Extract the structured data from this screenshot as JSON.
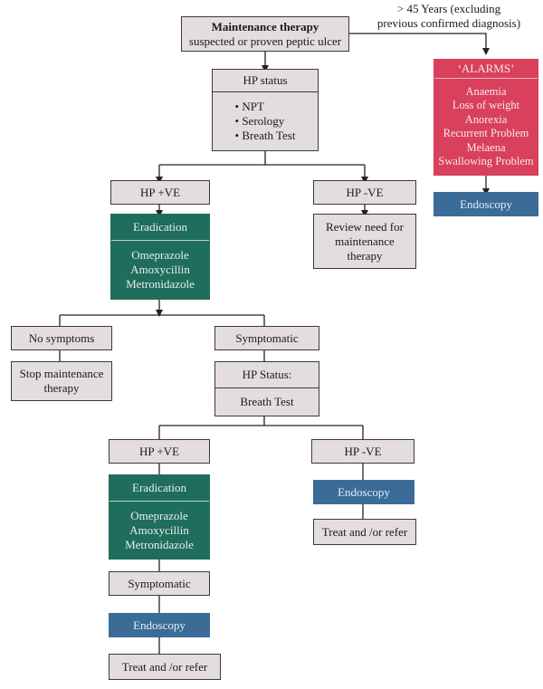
{
  "root": {
    "title": "Maintenance therapy",
    "subtitle": "suspected or proven peptic ulcer"
  },
  "age_note": {
    "line1": "> 45 Years (excluding",
    "line2": "previous confirmed diagnosis)"
  },
  "alarms": {
    "title": "‘ALARMS’",
    "items": [
      "Anaemia",
      "Loss of weight",
      "Anorexia",
      "Recurrent Problem",
      "Melaena",
      "Swallowing Problem"
    ]
  },
  "alarms_endoscopy": "Endoscopy",
  "hp_status": {
    "title": "HP status",
    "tests": [
      "NPT",
      "Serology",
      "Breath Test"
    ]
  },
  "first_positive": "HP +VE",
  "first_negative": "HP -VE",
  "review": [
    "Review need for",
    "maintenance",
    "therapy"
  ],
  "eradication_1": {
    "title": "Eradication",
    "drugs": [
      "Omeprazole",
      "Amoxycillin",
      "Metronidazole"
    ]
  },
  "no_symptoms": "No symptoms",
  "stop": [
    "Stop maintenance",
    "therapy"
  ],
  "symptomatic_1": "Symptomatic",
  "hp_status_2": {
    "title": "HP Status:",
    "test": "Breath Test"
  },
  "second_positive": "HP +VE",
  "second_negative": "HP -VE",
  "eradication_2": {
    "title": "Eradication",
    "drugs": [
      "Omeprazole",
      "Amoxycillin",
      "Metronidazole"
    ]
  },
  "symptomatic_2": "Symptomatic",
  "endoscopy_left": "Endoscopy",
  "treat_left": "Treat and /or refer",
  "endoscopy_right": "Endoscopy",
  "treat_right": "Treat and /or refer",
  "colors": {
    "box_fill": "#e3dedd",
    "green": "#1f6d5c",
    "red": "#d8405c",
    "blue": "#3b6c97",
    "line": "#222222"
  }
}
